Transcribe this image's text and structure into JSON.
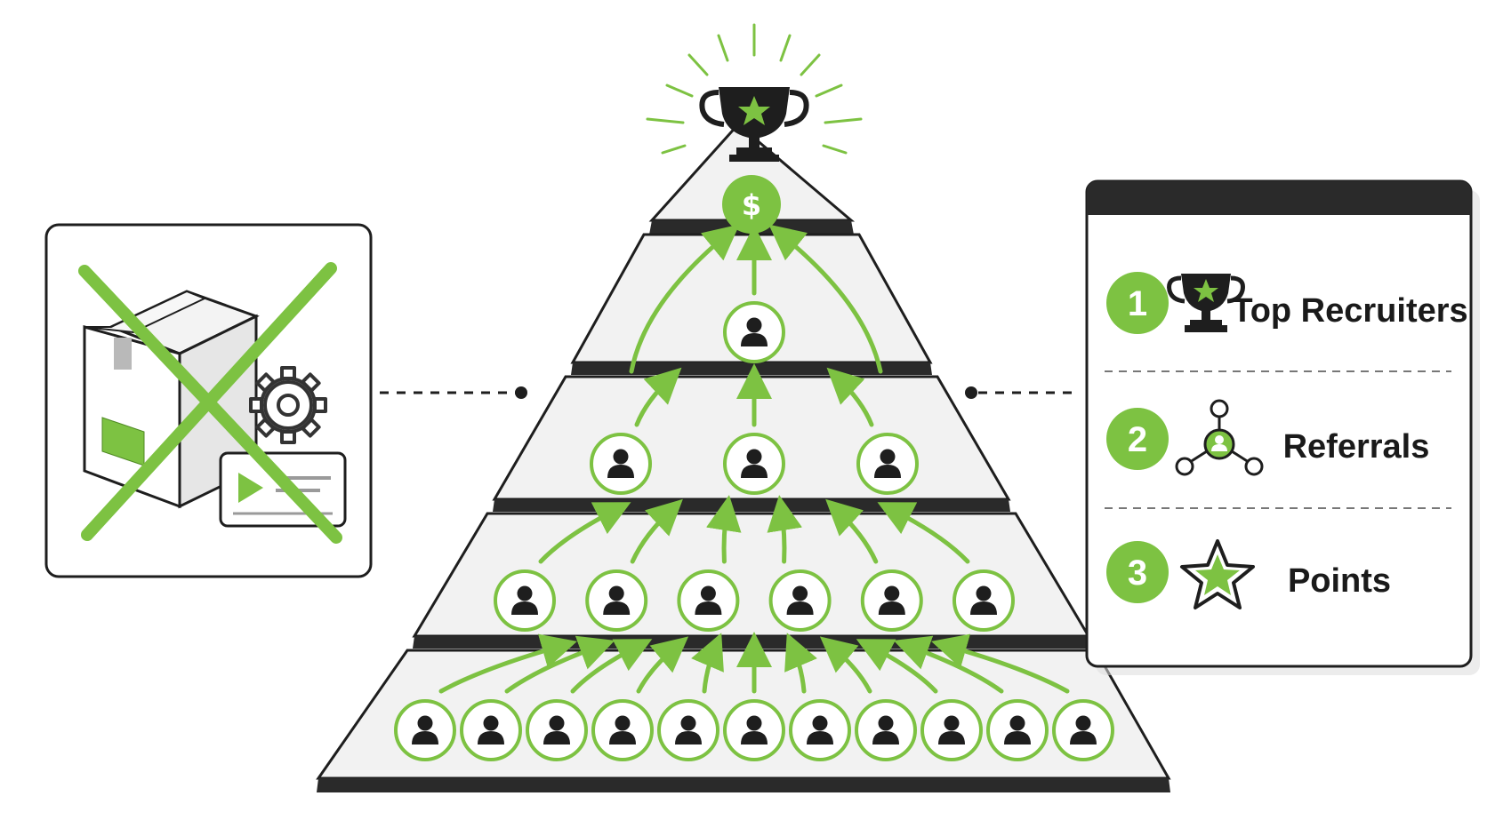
{
  "colors": {
    "accent": "#7dc242",
    "dark": "#1e1e1e",
    "tier_fill": "#f2f2f2",
    "panel_bg": "#ffffff"
  },
  "top": {
    "trophy_icon": "trophy-icon",
    "coin_symbol": "$"
  },
  "pyramid": {
    "tiers": [
      {
        "name": "tier-1",
        "members": 1
      },
      {
        "name": "tier-2",
        "members": 3
      },
      {
        "name": "tier-3",
        "members": 6
      },
      {
        "name": "tier-4",
        "members": 11
      }
    ],
    "member_icon": "person-icon"
  },
  "left_panel": {
    "icons": [
      "product-box-icon",
      "gear-icon",
      "video-card-icon",
      "cross-out-icon"
    ]
  },
  "legend": {
    "items": [
      {
        "number": "1",
        "label": "Top Recruiters",
        "icon": "trophy-icon"
      },
      {
        "number": "2",
        "label": "Referrals",
        "icon": "network-icon"
      },
      {
        "number": "3",
        "label": "Points",
        "icon": "star-icon"
      }
    ]
  }
}
